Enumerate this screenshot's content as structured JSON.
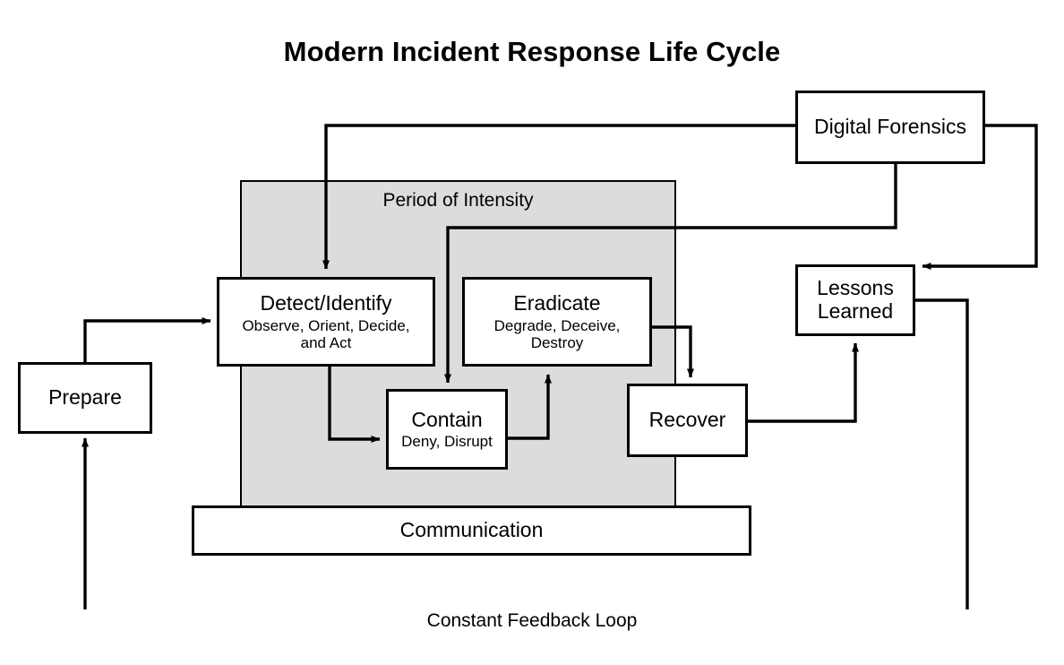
{
  "diagram": {
    "title": "Modern Incident Response Life Cycle",
    "type": "flowchart",
    "background_color": "#ffffff",
    "shaded_region": {
      "label": "Period of Intensity",
      "fill_color": "#dcdcdc",
      "stroke_color": "#000000"
    },
    "feedback_loop_label": "Constant Feedback Loop",
    "node_style": {
      "fill_color": "#ffffff",
      "stroke_color": "#000000"
    }
  },
  "nodes": {
    "prepare": {
      "title": "Prepare",
      "sub": ""
    },
    "detect_identify": {
      "title": "Detect/Identify",
      "sub": "Observe, Orient, Decide,\nand Act"
    },
    "eradicate": {
      "title": "Eradicate",
      "sub": "Degrade, Deceive,\nDestroy"
    },
    "contain": {
      "title": "Contain",
      "sub": "Deny, Disrupt"
    },
    "recover": {
      "title": "Recover",
      "sub": ""
    },
    "communication": {
      "title": "Communication",
      "sub": ""
    },
    "digital_forensics": {
      "title": "Digital Forensics",
      "sub": ""
    },
    "lessons_learned": {
      "title": "Lessons\nLearned",
      "sub": ""
    }
  },
  "edges": [
    {
      "name": "prepare-to-detect",
      "from": "prepare",
      "to": "detect_identify",
      "arrow": true
    },
    {
      "name": "detect-to-contain",
      "from": "detect_identify",
      "to": "contain",
      "arrow": true
    },
    {
      "name": "contain-to-eradicate",
      "from": "contain",
      "to": "eradicate",
      "arrow": true
    },
    {
      "name": "eradicate-to-recover",
      "from": "eradicate",
      "to": "recover",
      "arrow": true
    },
    {
      "name": "recover-to-lessons-learned",
      "from": "recover",
      "to": "lessons_learned",
      "arrow": true
    },
    {
      "name": "digital-forensics-to-detect",
      "from": "digital_forensics",
      "to": "detect_identify",
      "arrow": true
    },
    {
      "name": "digital-forensics-to-contain",
      "from": "digital_forensics",
      "to": "contain",
      "arrow": true
    },
    {
      "name": "digital-forensics-to-lessons-learned",
      "from": "digital_forensics",
      "to": "lessons_learned",
      "arrow": true
    },
    {
      "name": "lessons-learned-to-prepare",
      "from": "lessons_learned",
      "to": "prepare",
      "arrow": true,
      "label": "Constant Feedback Loop"
    }
  ]
}
